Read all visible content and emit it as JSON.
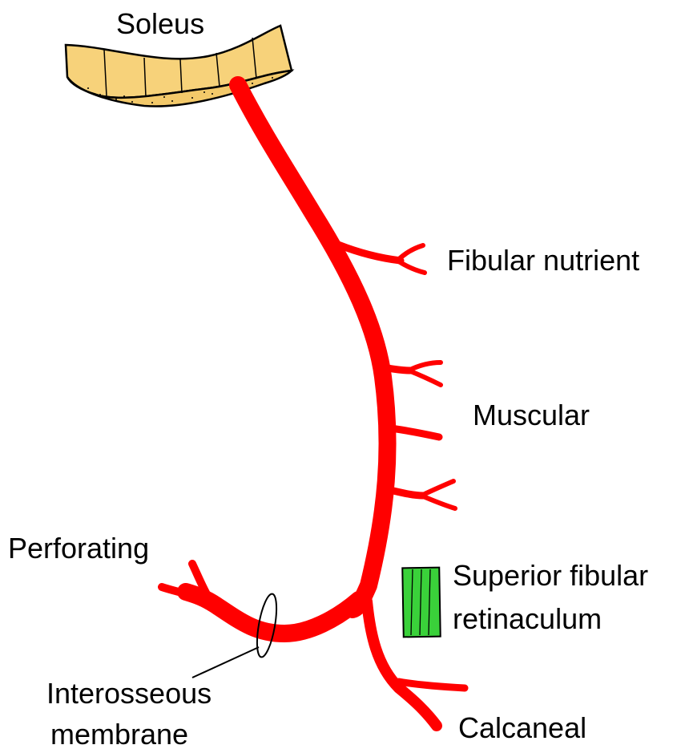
{
  "labels": {
    "soleus": "Soleus",
    "fibular_nutrient": "Fibular nutrient",
    "muscular": "Muscular",
    "perforating": "Perforating",
    "superior_fibular_line1": "Superior fibular",
    "superior_fibular_line2": "retinaculum",
    "interosseous_line1": "Interosseous",
    "interosseous_line2": "membrane",
    "calcaneal": "Calcaneal"
  },
  "colors": {
    "artery": "#ff0000",
    "soleus_fill": "#f7d27a",
    "retinaculum_fill": "#3ad13a",
    "outline": "#000000",
    "background": "#ffffff"
  }
}
